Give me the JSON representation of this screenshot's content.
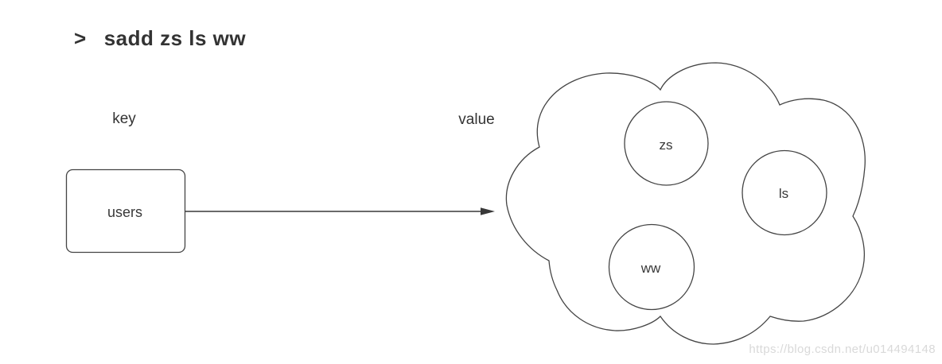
{
  "command_line": {
    "prompt": ">",
    "command": "sadd zs ls ww"
  },
  "diagram": {
    "key_label": "key",
    "value_label": "value",
    "key_box_label": "users",
    "members": [
      {
        "label": "zs"
      },
      {
        "label": "ls"
      },
      {
        "label": "ww"
      }
    ]
  },
  "watermark": {
    "text": "https://blog.csdn.net/u014494148"
  },
  "colors": {
    "stroke": "#444444",
    "text": "#333333",
    "arrow": "#383838",
    "watermark": "#d9d9d9",
    "background": "#ffffff"
  }
}
